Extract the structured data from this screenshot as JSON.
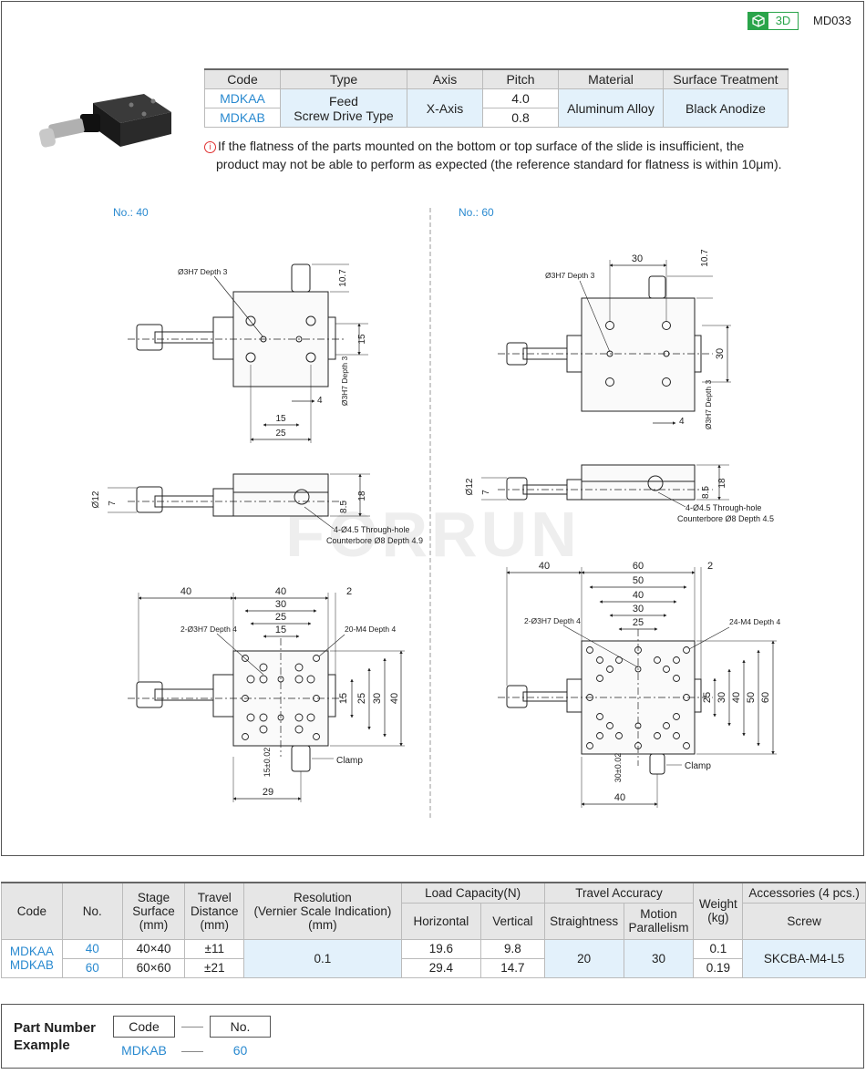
{
  "header": {
    "badge_3d": "3D",
    "page_code": "MD033"
  },
  "spec_table": {
    "headers": [
      "Code",
      "Type",
      "Axis",
      "Pitch",
      "Material",
      "Surface Treatment"
    ],
    "codes": [
      "MDKAA",
      "MDKAB"
    ],
    "type_line1": "Feed",
    "type_line2": "Screw Drive Type",
    "axis": "X-Axis",
    "pitches": [
      "4.0",
      "0.8"
    ],
    "material": "Aluminum Alloy",
    "surface_treatment": "Black Anodize"
  },
  "note": {
    "icon": "i",
    "line1": "If the flatness of the parts mounted on the bottom or top surface of the slide is insufficient, the",
    "line2": "product may not be able to perform as expected (the reference standard for flatness is within 10μm)."
  },
  "drawings": {
    "no40": {
      "label": "No.: 40",
      "top": {
        "hole": "Ø3H7 Depth 3",
        "side_hole": "Ø3H7 Depth 3",
        "d_10_7": "10.7",
        "d_15v": "15",
        "d_4": "4",
        "d_15": "15",
        "d_25": "25"
      },
      "side": {
        "d_12": "Ø12",
        "d_7": "7",
        "d_8_5": "8.5",
        "d_18": "18",
        "through_hole_l1": "4-Ø4.5 Through-hole",
        "through_hole_l2": "Counterbore Ø8 Depth 4.9"
      },
      "bottom": {
        "d_40a": "40",
        "d_40b": "40",
        "d_2": "2",
        "d_30": "30",
        "d_25": "25",
        "d_15": "15",
        "hole_label": "2-Ø3H7 Depth 4",
        "tap_label": "20-M4 Depth 4",
        "v_15": "15",
        "v_25": "25",
        "v_30": "30",
        "v_40": "40",
        "tol": "15±0.02",
        "d_29": "29",
        "clamp": "Clamp"
      }
    },
    "no60": {
      "label": "No.: 60",
      "top": {
        "d_30": "30",
        "d_10_7": "10.7",
        "hole": "Ø3H7 Depth 3",
        "side_hole": "Ø3H7 Depth 3",
        "v_30": "30",
        "d_4": "4"
      },
      "side": {
        "d_12": "Ø12",
        "d_7": "7",
        "d_8_5": "8.5",
        "d_18": "18",
        "through_hole_l1": "4-Ø4.5 Through-hole",
        "through_hole_l2": "Counterbore Ø8 Depth 4.5"
      },
      "bottom": {
        "d_40": "40",
        "d_60": "60",
        "d_2": "2",
        "d_50": "50",
        "d_40b": "40",
        "d_30": "30",
        "d_25": "25",
        "hole_label": "2-Ø3H7 Depth 4",
        "tap_label": "24-M4 Depth 4",
        "v_25": "25",
        "v_30": "30",
        "v_40": "40",
        "v_50": "50",
        "v_60": "60",
        "tol": "30±0.02",
        "d_40c": "40",
        "clamp": "Clamp"
      }
    },
    "watermark": "FORRUN"
  },
  "main_table": {
    "h_code": "Code",
    "h_no": "No.",
    "h_stage": [
      "Stage",
      "Surface",
      "(mm)"
    ],
    "h_travel": [
      "Travel",
      "Distance",
      "(mm)"
    ],
    "h_resolution": [
      "Resolution",
      "(Vernier Scale Indication)",
      "(mm)"
    ],
    "h_load": "Load Capacity(N)",
    "h_horizontal": "Horizontal",
    "h_vertical": "Vertical",
    "h_accuracy": "Travel Accuracy",
    "h_straightness": "Straightness",
    "h_motion": [
      "Motion",
      "Parallelism"
    ],
    "h_weight": [
      "Weight",
      "(kg)"
    ],
    "h_accessories": "Accessories (4 pcs.)",
    "h_screw": "Screw",
    "codes": [
      "MDKAA",
      "MDKAB"
    ],
    "rows": [
      {
        "no": "40",
        "stage": "40×40",
        "travel": "±11",
        "horizontal": "19.6",
        "vertical": "9.8",
        "weight": "0.1"
      },
      {
        "no": "60",
        "stage": "60×60",
        "travel": "±21",
        "horizontal": "29.4",
        "vertical": "14.7",
        "weight": "0.19"
      }
    ],
    "resolution": "0.1",
    "straightness": "20",
    "motion_parallelism": "30",
    "screw": "SKCBA-M4-L5"
  },
  "part_number": {
    "title_line1": "Part Number",
    "title_line2": "Example",
    "code_label": "Code",
    "no_label": "No.",
    "code_value": "MDKAB",
    "no_value": "60"
  }
}
